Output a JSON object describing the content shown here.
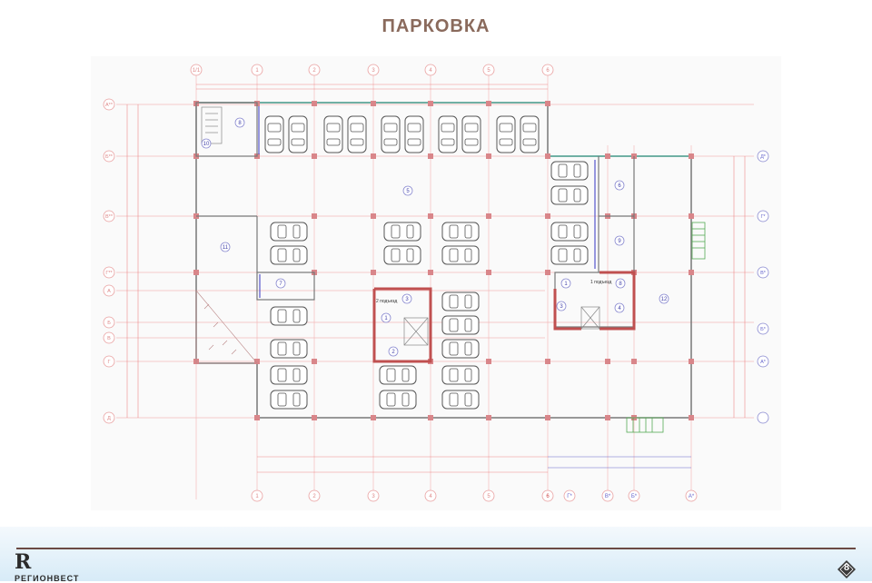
{
  "page": {
    "title": "ПАРКОВКА",
    "page_number": "8"
  },
  "logo": {
    "mark": "R",
    "text": "РЕГИОНВЕСТ"
  },
  "plan": {
    "grid_top": [
      "1/1",
      "1",
      "2",
      "3",
      "4",
      "5",
      "6"
    ],
    "grid_bottom": [
      "1",
      "2",
      "3",
      "4",
      "5",
      "6",
      "Г*",
      "В*",
      "Б*",
      "А*"
    ],
    "grid_left": [
      "А**",
      "Б**",
      "В**",
      "Г**",
      "А",
      "Б",
      "В",
      "Г",
      "Д"
    ],
    "grid_right": [
      "Д*",
      "Г*",
      "В*",
      "Б*",
      "А*"
    ],
    "room_numbers": [
      "8",
      "10",
      "5",
      "6",
      "11",
      "9",
      "7",
      "3",
      "1",
      "2",
      "1",
      "3",
      "8",
      "4",
      "12"
    ],
    "notes": {
      "floor_left": "2 подъезд",
      "floor_right": "1 подъезд"
    }
  }
}
